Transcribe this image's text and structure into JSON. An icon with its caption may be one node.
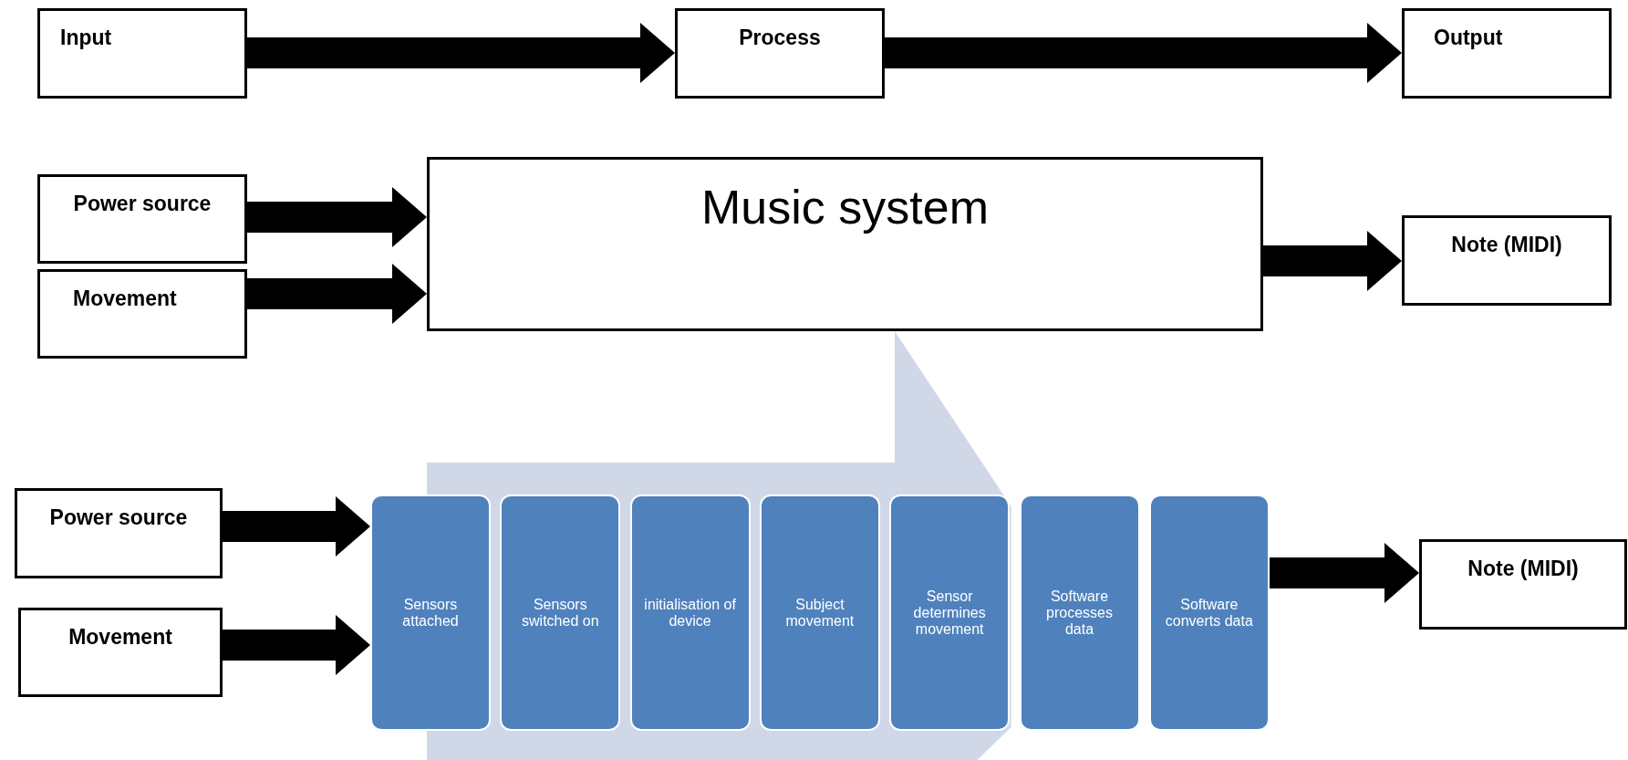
{
  "diagram": {
    "nodes": [
      {
        "text": [
          "Input"
        ]
      },
      {
        "text": [
          "Process"
        ]
      },
      {
        "text": [
          "Output"
        ]
      },
      {
        "text": [
          "Power source"
        ]
      },
      {
        "text": [
          "Movement"
        ]
      },
      {
        "text": [
          "Music system"
        ]
      },
      {
        "text": [
          "Note (MIDI)"
        ]
      },
      {
        "text": [
          "Power source"
        ]
      },
      {
        "text": [
          "Movement"
        ]
      },
      {
        "text": [
          "Sensors attached"
        ]
      },
      {
        "text": [
          "Sensors switched on"
        ]
      },
      {
        "text": [
          "initialisation of device"
        ]
      },
      {
        "text": [
          "Subject movement"
        ]
      },
      {
        "text": [
          "Sensor determines movement"
        ]
      },
      {
        "text": [
          "Software processes data"
        ]
      },
      {
        "text": [
          "Software converts data"
        ]
      },
      {
        "text": [
          "Note (MIDI)"
        ]
      }
    ],
    "edges": [
      {
        "from": 0,
        "to": 1,
        "arrow": "to"
      },
      {
        "from": 1,
        "to": 2,
        "arrow": "to"
      },
      {
        "from": 3,
        "to": 5,
        "arrow": "to"
      },
      {
        "from": 4,
        "to": 5,
        "arrow": "to"
      },
      {
        "from": 5,
        "to": 6,
        "arrow": "to"
      },
      {
        "from": 7,
        "to": 9,
        "arrow": "to"
      },
      {
        "from": 8,
        "to": 9,
        "arrow": "to"
      },
      {
        "from": 15,
        "to": 16,
        "arrow": "to"
      },
      {
        "from": 11,
        "to": 5,
        "arrow": "to",
        "color": "#d0d8e8"
      }
    ]
  }
}
